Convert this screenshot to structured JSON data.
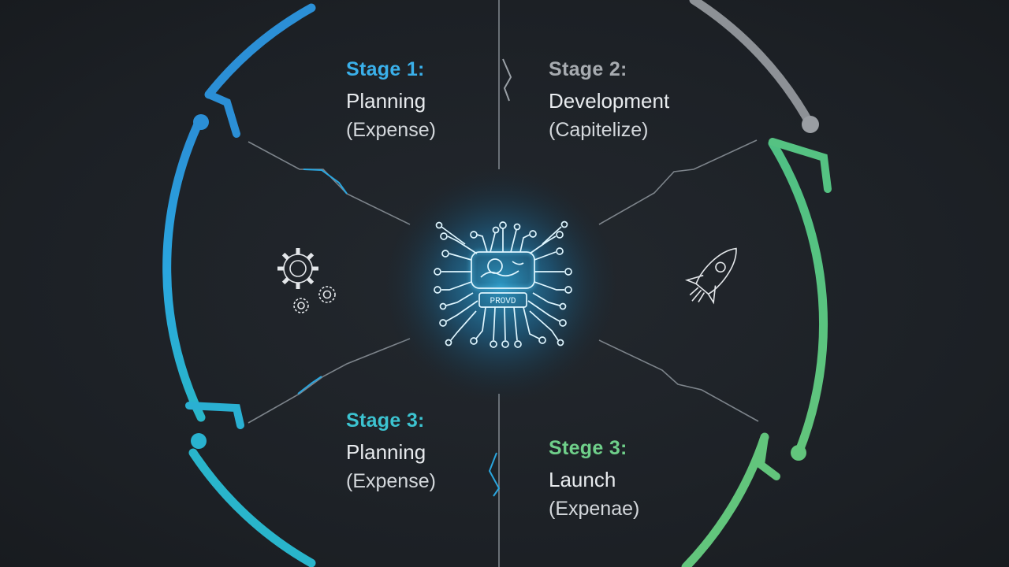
{
  "colors": {
    "background": "#1e2227",
    "blue": "#2aa9e0",
    "teal": "#2fb8c4",
    "green": "#5cc47f",
    "gray": "#8d9196",
    "line": "#8a9097",
    "text": "#e8ebee",
    "glow": "#38c8ff"
  },
  "stages": [
    {
      "number": "Stage 1:",
      "name": "Planning",
      "kind": "(Expense)",
      "color": "#3ab0ea"
    },
    {
      "number": "Stage 2:",
      "name": "Development",
      "kind": "(Capitelize)",
      "color": "#a7abb0"
    },
    {
      "number": "Stage 3:",
      "name": "Planning",
      "kind": "(Expense)",
      "color": "#3cc3d0"
    },
    {
      "number": "Stege 3:",
      "name": "Launch",
      "kind": "(Expenae)",
      "color": "#6fcf8a"
    }
  ],
  "center_chip_text": "PROVD",
  "icons": {
    "left": "gears-icon",
    "right": "rocket-icon",
    "center": "ai-brain-chip-icon"
  }
}
